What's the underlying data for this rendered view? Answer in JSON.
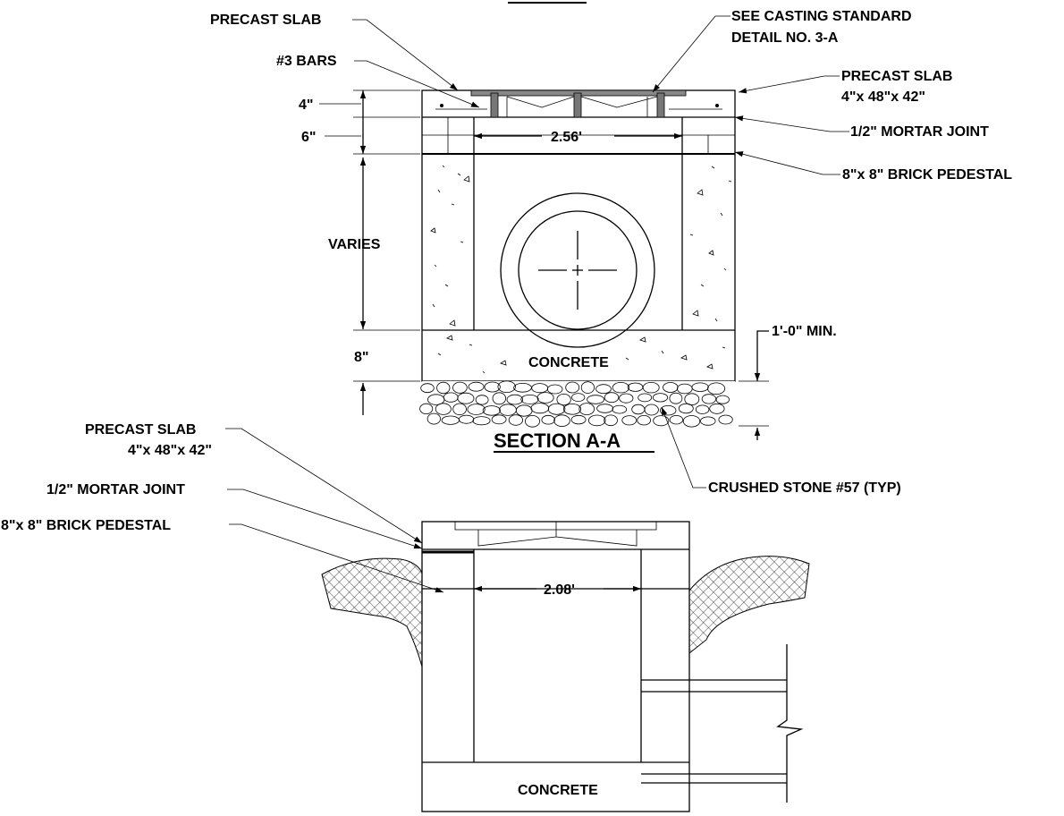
{
  "labels": {
    "precast_slab_top": "PRECAST SLAB",
    "see_casting_line1": "SEE CASTING STANDARD",
    "see_casting_line2": "DETAIL NO. 3-A",
    "bars": "#3 BARS",
    "precast_slab_right_line1": "PRECAST SLAB",
    "precast_slab_right_line2": "4\"x 48\"x 42\"",
    "dim_4in": "4\"",
    "dim_6in": "6\"",
    "mortar_joint_right": "1/2\" MORTAR JOINT",
    "width_top": "2.56'",
    "brick_pedestal_right": "8\"x 8\" BRICK PEDESTAL",
    "varies": "VARIES",
    "min_depth": "1'-0\" MIN.",
    "dim_8in": "8\"",
    "concrete_top": "CONCRETE",
    "section_title": "SECTION A-A",
    "crushed_stone": "CRUSHED STONE #57 (TYP)",
    "precast_slab_left_line1": "PRECAST SLAB",
    "precast_slab_left_line2": "4\"x 48\"x 42\"",
    "mortar_joint_left": "1/2\" MORTAR JOINT",
    "brick_pedestal_left": "8\"x 8\" BRICK PEDESTAL",
    "width_bottom": "2.08'",
    "concrete_bottom": "CONCRETE"
  }
}
